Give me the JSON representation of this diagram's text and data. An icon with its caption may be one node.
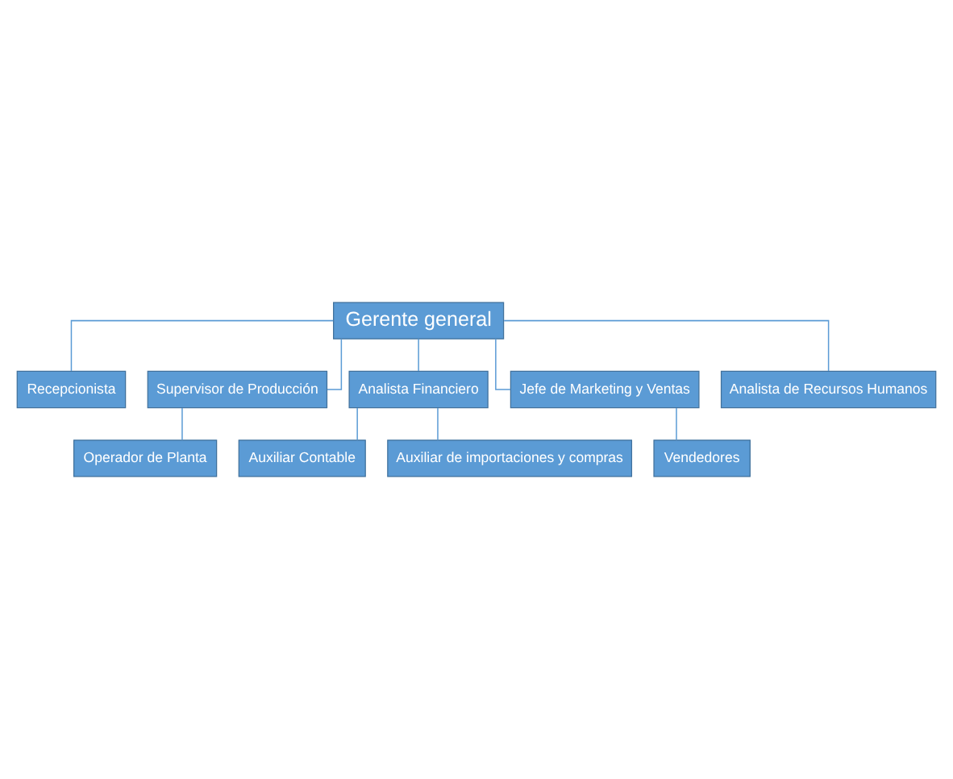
{
  "diagram": {
    "nodes": [
      {
        "text": [
          "Gerente general"
        ]
      },
      {
        "text": [
          "Recepcionista"
        ]
      },
      {
        "text": [
          "Supervisor de Producción"
        ]
      },
      {
        "text": [
          "Analista Financiero"
        ]
      },
      {
        "text": [
          "Jefe de Marketing y Ventas"
        ]
      },
      {
        "text": [
          "Analista de Recursos Humanos"
        ]
      },
      {
        "text": [
          "Operador de Planta"
        ]
      },
      {
        "text": [
          "Vendedores"
        ]
      },
      {
        "text": [
          "Auxiliar Contable"
        ]
      },
      {
        "text": [
          "Auxiliar de importaciones y compras"
        ]
      }
    ],
    "edges": [
      {
        "from": 0,
        "to": 1,
        "arrow": "none"
      },
      {
        "from": 0,
        "to": 2,
        "arrow": "none"
      },
      {
        "from": 0,
        "to": 3,
        "arrow": "none"
      },
      {
        "from": 0,
        "to": 4,
        "arrow": "none"
      },
      {
        "from": 0,
        "to": 5,
        "arrow": "none"
      },
      {
        "from": 2,
        "to": 6,
        "arrow": "none"
      },
      {
        "from": 4,
        "to": 7,
        "arrow": "none"
      },
      {
        "from": 3,
        "to": 8,
        "arrow": "none"
      },
      {
        "from": 3,
        "to": 9,
        "arrow": "none"
      }
    ]
  }
}
